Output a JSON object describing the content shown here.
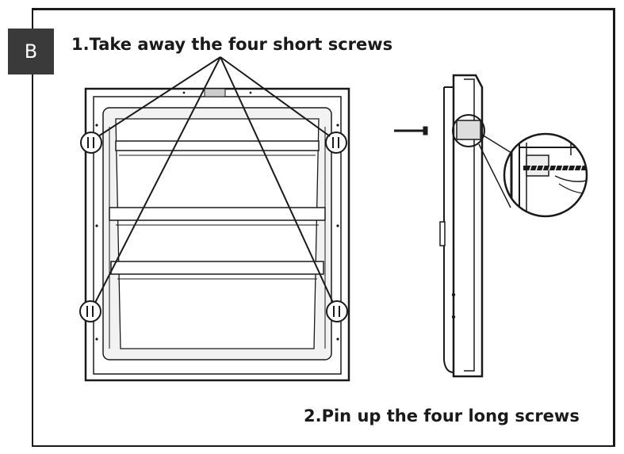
{
  "step": {
    "badge": "B",
    "instruction_1": "1.Take away the four short screws",
    "instruction_2": "2.Pin up the four long screws"
  },
  "colors": {
    "ink": "#1a1a1a",
    "badge_bg": "#3a3a3a",
    "panel_fill": "#f2f2f2"
  },
  "icons": [
    "screw-icon",
    "magnifier-callout"
  ]
}
